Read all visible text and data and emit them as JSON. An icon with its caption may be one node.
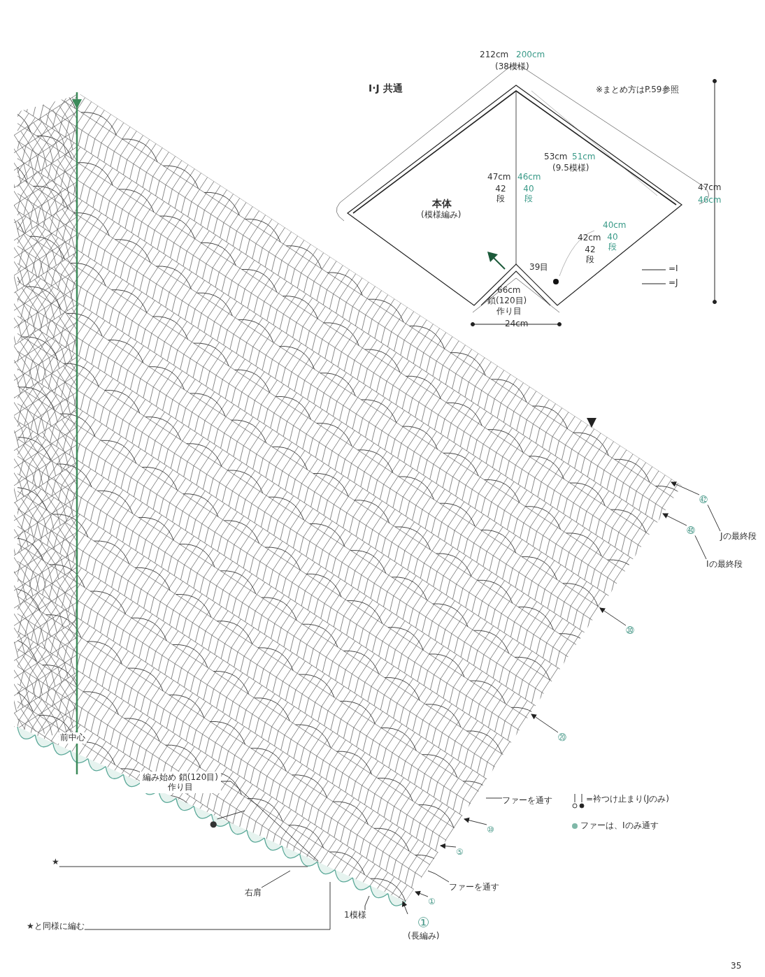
{
  "diagram": {
    "nodes": [
      {
        "text": [
          "㊷"
        ]
      },
      {
        "text": [
          "㊵"
        ]
      },
      {
        "text": [
          "Jの最終段"
        ]
      },
      {
        "text": [
          "Iの最終段"
        ]
      },
      {
        "text": [
          "㉚"
        ]
      },
      {
        "text": [
          "⑳"
        ]
      },
      {
        "text": [
          "ファーを通す"
        ]
      },
      {
        "text": [
          "⑩"
        ]
      },
      {
        "text": [
          "⑤"
        ]
      },
      {
        "text": [
          "ファーを通す"
        ]
      },
      {
        "text": [
          "①"
        ]
      },
      {
        "text": [
          "①",
          "(長編み)"
        ]
      },
      {
        "text": [
          "編み始め 鎖(120目)作り目"
        ]
      },
      {
        "text": [
          "右肩"
        ]
      },
      {
        "text": [
          "★"
        ]
      },
      {
        "text": [
          "★と同様に編む"
        ]
      },
      {
        "text": [
          "1模様"
        ]
      },
      {
        "text": [
          "●"
        ]
      }
    ],
    "edges": [
      {
        "from": 0,
        "to": null,
        "arrow": "to"
      },
      {
        "from": 1,
        "to": null,
        "arrow": "to"
      },
      {
        "from": 2,
        "to": 0,
        "arrow": "none"
      },
      {
        "from": 3,
        "to": 1,
        "arrow": "none"
      },
      {
        "from": 4,
        "to": null,
        "arrow": "to"
      },
      {
        "from": 5,
        "to": null,
        "arrow": "to"
      },
      {
        "from": 6,
        "to": null,
        "arrow": "none"
      },
      {
        "from": 7,
        "to": null,
        "arrow": "to"
      },
      {
        "from": 8,
        "to": null,
        "arrow": "to"
      },
      {
        "from": 9,
        "to": null,
        "arrow": "none"
      },
      {
        "from": 10,
        "to": null,
        "arrow": "to"
      },
      {
        "from": 11,
        "to": null,
        "arrow": "to"
      },
      {
        "from": 12,
        "to": null,
        "arrow": "none"
      },
      {
        "from": 13,
        "to": null,
        "arrow": "none"
      },
      {
        "from": 14,
        "to": null,
        "arrow": "none"
      },
      {
        "from": 15,
        "to": null,
        "arrow": "none"
      },
      {
        "from": 16,
        "to": null,
        "arrow": "none"
      },
      {
        "from": 17,
        "to": null,
        "arrow": "none"
      }
    ],
    "labels": [
      "212cm",
      "200cm",
      "(38模様)",
      "I·J 共通",
      "※まとめ方はP.59参照",
      "53cm",
      "51cm",
      "(9.5模様)",
      "47cm",
      "46cm",
      "42段",
      "40段",
      "本体",
      "(模様編み)",
      "47cm",
      "46cm",
      "40cm",
      "42cm",
      "42段",
      "40段",
      "39目",
      "66cm",
      "鎖(120目)",
      "作り目",
      "24cm",
      "=衿つけ止まり(Jのみ)",
      "ファーは、Iのみ通す",
      "前中心",
      "35"
    ],
    "legend": [
      {
        "text": "=I"
      },
      {
        "text": "=J"
      }
    ]
  }
}
